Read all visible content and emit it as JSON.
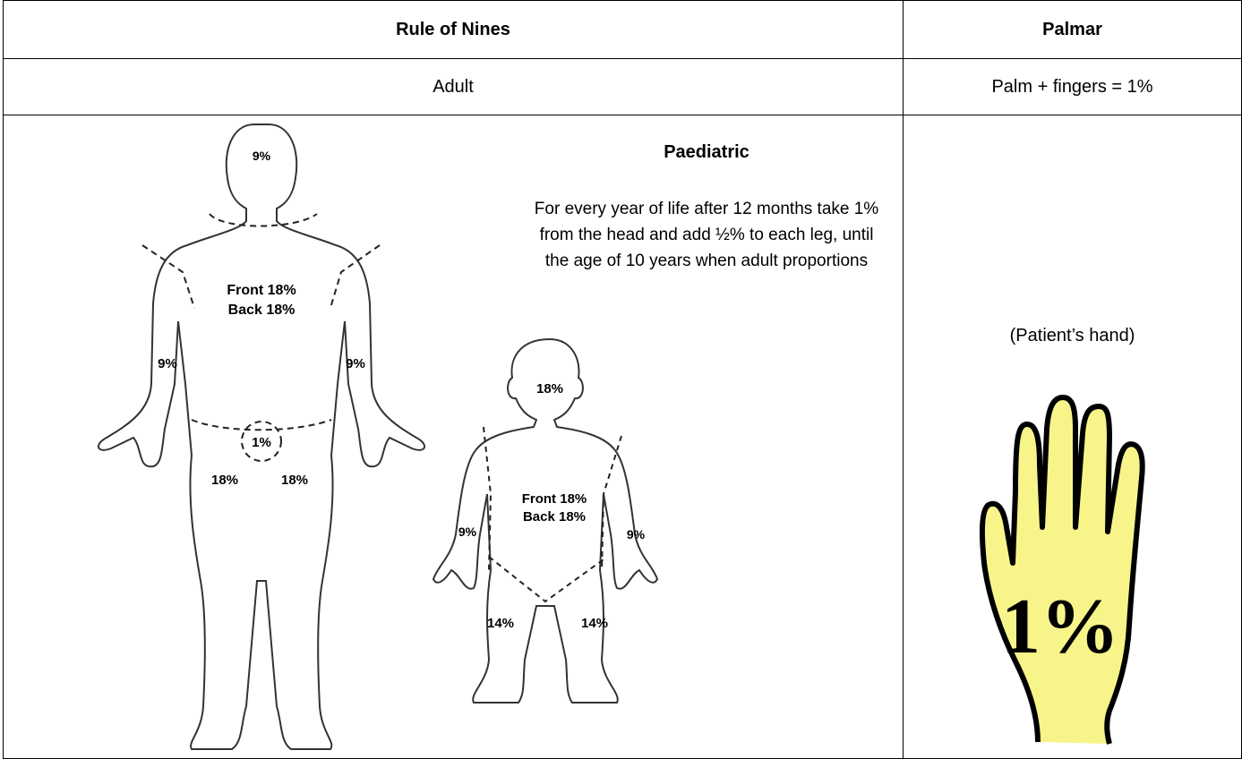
{
  "headers": {
    "rule_of_nines": "Rule of Nines",
    "palmar": "Palmar"
  },
  "row2": {
    "adult": "Adult",
    "palm_rule": "Palm + fingers = 1%"
  },
  "paediatric": {
    "title": "Paediatric",
    "text": "For every year of life after 12 months take 1% from the head and add ½% to each leg, until the age of 10 years when adult proportions"
  },
  "adult_figure": {
    "head": "9%",
    "front": "Front 18%",
    "back": "Back 18%",
    "arm_left": "9%",
    "arm_right": "9%",
    "groin": "1%",
    "leg_left": "18%",
    "leg_right": "18%"
  },
  "child_figure": {
    "head": "18%",
    "front": "Front 18%",
    "back": "Back 18%",
    "arm_left": "9%",
    "arm_right": "9%",
    "leg_left": "14%",
    "leg_right": "14%"
  },
  "palmar": {
    "caption": "(Patient’s hand)",
    "hand_value": "1%",
    "hand_color": "#f7f58a"
  }
}
